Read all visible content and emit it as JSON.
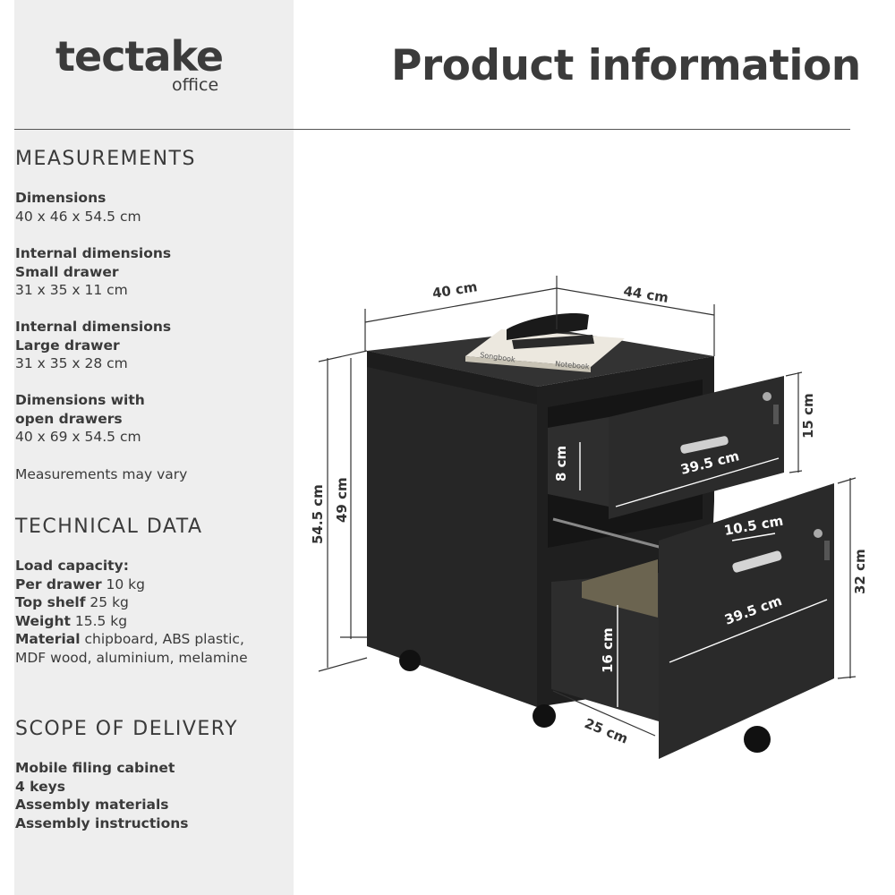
{
  "brand": {
    "name": "tectake",
    "sub": "office"
  },
  "page_title": "Product information",
  "measurements": {
    "heading": "MEASUREMENTS",
    "dimensions_label": "Dimensions",
    "dimensions_value": "40 x 46 x 54.5 cm",
    "internal_small_label_1": "Internal dimensions",
    "internal_small_label_2": "Small drawer",
    "internal_small_value": "31 x 35 x 11 cm",
    "internal_large_label_1": "Internal dimensions",
    "internal_large_label_2": "Large drawer",
    "internal_large_value": "31 x 35 x 28 cm",
    "open_label_1": "Dimensions with",
    "open_label_2": "open drawers",
    "open_value": "40 x 69 x 54.5 cm",
    "note": "Measurements may vary"
  },
  "technical": {
    "heading": "TECHNICAL DATA",
    "load_label": "Load capacity:",
    "per_drawer_label": "Per drawer",
    "per_drawer_value": "10 kg",
    "top_shelf_label": "Top shelf",
    "top_shelf_value": "25 kg",
    "weight_label": "Weight",
    "weight_value": "15.5 kg",
    "material_label": "Material",
    "material_value": "chipboard, ABS plastic, MDF wood, aluminium, melamine"
  },
  "delivery": {
    "heading": "SCOPE OF DELIVERY",
    "items": [
      "Mobile filing cabinet",
      "4 keys",
      "Assembly materials",
      "Assembly instructions"
    ]
  },
  "diagram": {
    "width": "40 cm",
    "depth": "44 cm",
    "height_total": "54.5 cm",
    "height_body": "49 cm",
    "small_drawer_height": "15 cm",
    "small_drawer_inner": "8 cm",
    "small_drawer_width": "39.5 cm",
    "handle_width": "10.5 cm",
    "large_drawer_height": "32 cm",
    "large_drawer_width": "39.5 cm",
    "large_drawer_inner": "16 cm",
    "drawer_depth": "25 cm",
    "book_text_1": "Songbook",
    "book_text_2": "Notebook",
    "colors": {
      "cabinet": "#2b2b2b",
      "cabinet_side": "#1f1f1f",
      "cabinet_top": "#333333"
    }
  }
}
